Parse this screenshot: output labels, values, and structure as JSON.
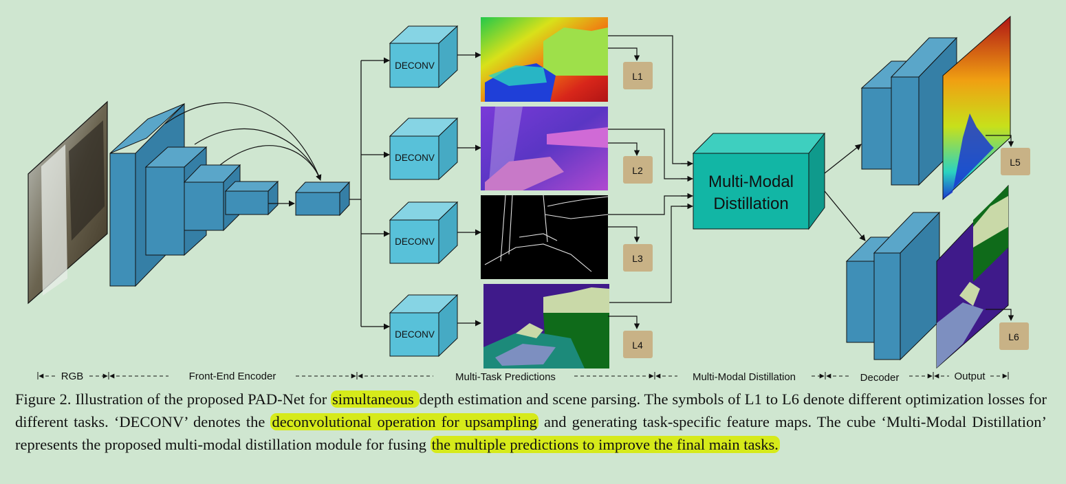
{
  "diagram": {
    "deconv_label": "DECONV",
    "distillation_line1": "Multi-Modal",
    "distillation_line2": "Distillation",
    "losses": [
      "L1",
      "L2",
      "L3",
      "L4",
      "L5",
      "L6"
    ],
    "stages": [
      "RGB",
      "Front-End Encoder",
      "Multi-Task Predictions",
      "Multi-Modal Distillation",
      "Decoder",
      "Output"
    ],
    "colors": {
      "background": "#cfe6d0",
      "encoder_blue": "#3f8fb7",
      "deconv_cyan": "#58c1d9",
      "distillation_teal": "#12b6a5",
      "loss_tan": "#c8b286",
      "highlight": "#d6ea1a"
    }
  },
  "caption": {
    "p1": "Figure 2. Illustration of the proposed PAD-Net for ",
    "h1": "simultaneous ",
    "p2": "depth estimation and scene parsing.  The symbols of L1 to L6 denote different optimization losses for different tasks.  ‘DECONV’ denotes the ",
    "h2": "deconvolutional operation for upsampling",
    "p3": " and generating task-specific feature maps. The cube ‘Multi-Modal Distillation’ represents the proposed multi-modal distillation module for fusing ",
    "h3": "the multiple predictions to improve the final main tasks."
  }
}
